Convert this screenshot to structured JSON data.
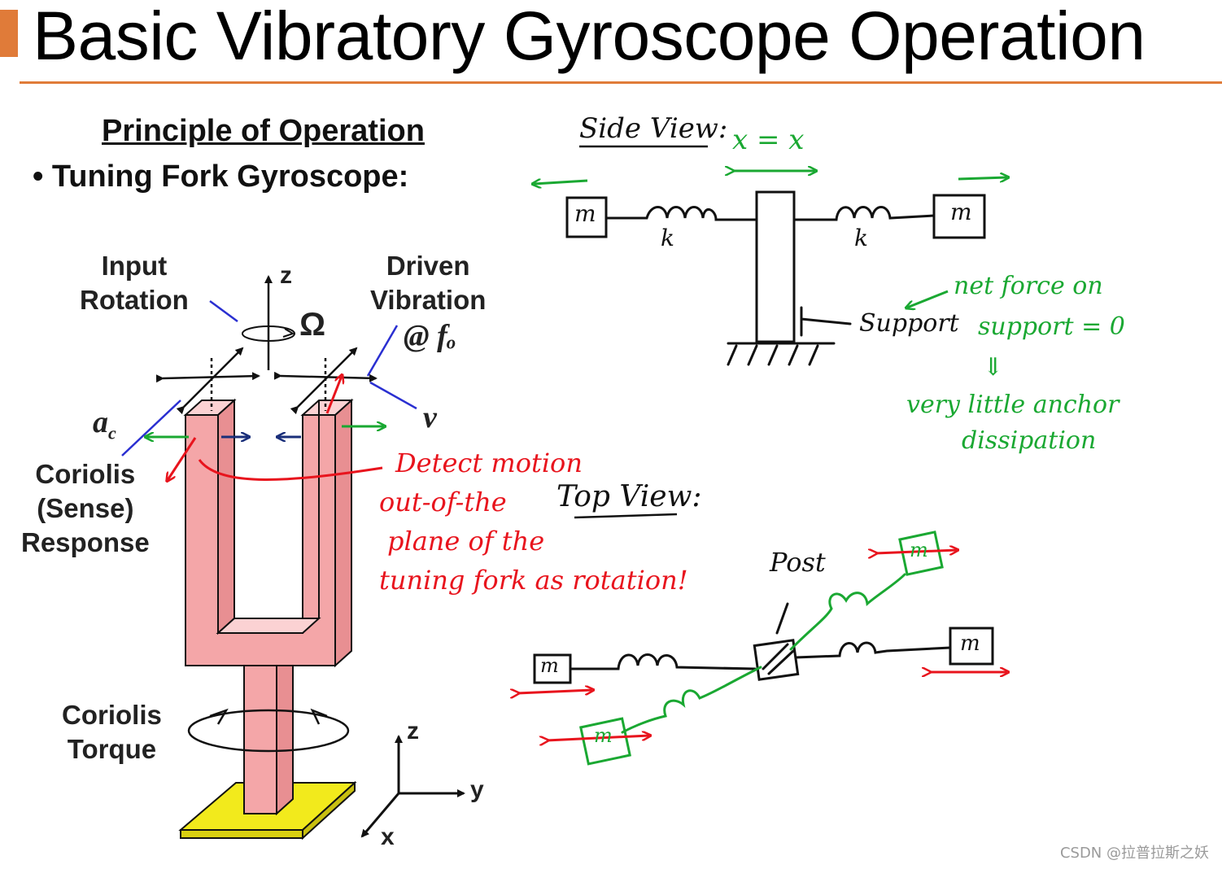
{
  "title": "Basic Vibratory Gyroscope Operation",
  "section_heading": "Principle of Operation",
  "bullet": "Tuning Fork Gyroscope:",
  "fork_labels": {
    "input_rotation": [
      "Input",
      "Rotation"
    ],
    "driven_vibration": [
      "Driven",
      "Vibration",
      "@ fₒ"
    ],
    "z_axis": "z",
    "omega": "Ω",
    "ac": "a",
    "ac_sub": "c",
    "v": "v",
    "coriolis_response": [
      "Coriolis",
      "(Sense)",
      "Response"
    ],
    "coriolis_torque": [
      "Coriolis",
      "Torque"
    ],
    "axes": {
      "z": "z",
      "y": "y",
      "x": "x"
    }
  },
  "side_view": {
    "label": "Side View:",
    "equation": "x = x",
    "mass": "m",
    "spring": "k",
    "support": "Support",
    "note_line1": "net force on",
    "note_line2": "support = 0",
    "note_arrow": "⇓",
    "note_line3": "very little anchor",
    "note_line4": "dissipation"
  },
  "red_note": [
    "Detect motion",
    "out-of-the",
    "plane of the",
    "tuning fork as rotation!"
  ],
  "top_view": {
    "label": "Top View:",
    "post": "Post",
    "mass": "m"
  },
  "watermark": "CSDN @拉普拉斯之妖",
  "colors": {
    "accent": "#e07b39",
    "fork_fill": "#f4a6a8",
    "base_fill": "#f2ea1c",
    "red": "#e8141d",
    "green": "#1aa832",
    "blue": "#2a2fd1"
  }
}
